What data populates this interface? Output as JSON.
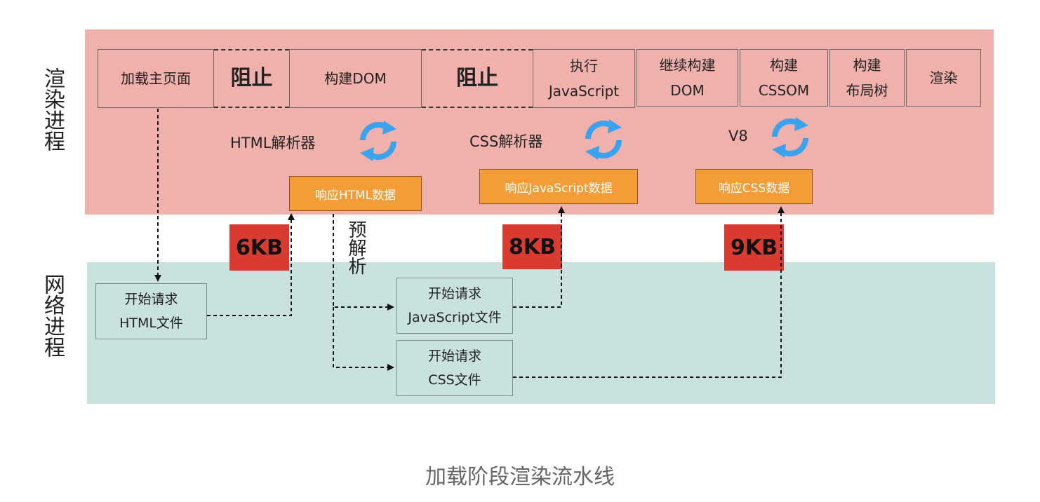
{
  "side_labels": {
    "render": "渲染进程",
    "network": "网络进程"
  },
  "stages": [
    "加载主页面",
    "阻止",
    "构建DOM",
    "阻止",
    "执行\nJavaScript",
    "继续构建\nDOM",
    "构建\nCSSOM",
    "构建\n布局树",
    "渲染"
  ],
  "parsers": {
    "html": "HTML解析器",
    "css": "CSS解析器",
    "v8": "V8"
  },
  "responses": {
    "html": "响应HTML数据",
    "js": "响应JavaScript数据",
    "css": "响应CSS数据"
  },
  "sizes": {
    "html": "6KB",
    "js": "8KB",
    "css": "9KB"
  },
  "network_boxes": {
    "html": "开始请求\nHTML文件",
    "js": "开始请求\nJavaScript文件",
    "css": "开始请求\nCSS文件"
  },
  "pre_parse": "预解析",
  "caption": "加载阶段渲染流水线",
  "colors": {
    "render_band": "#f0b0ab",
    "network_band": "#c9e2e0",
    "response_box": "#f39c38",
    "size_badge": "#d93b30",
    "cycle_arrow": "#3ba3ec"
  }
}
